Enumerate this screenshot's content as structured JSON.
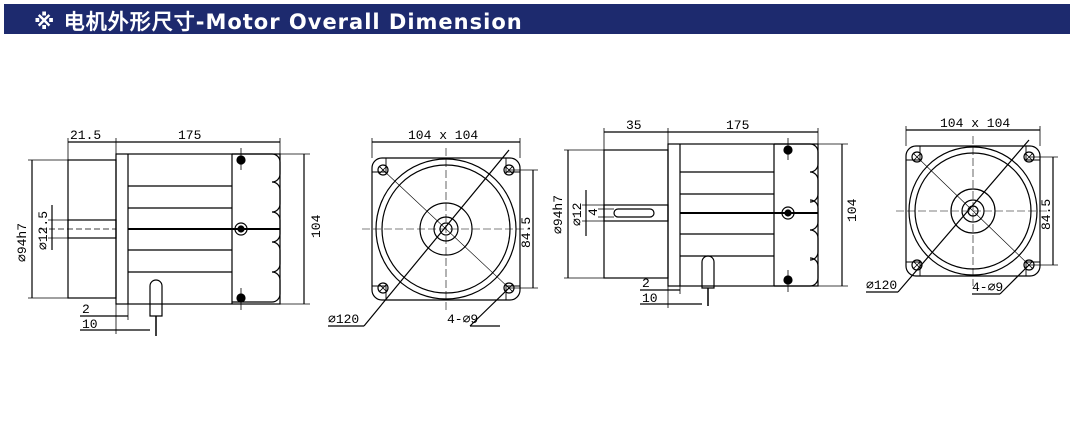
{
  "header": {
    "title": "※ 电机外形尺寸-Motor Overall Dimension",
    "bg_color": "#1d2a6e"
  },
  "drawings": {
    "view1": {
      "flange": "21.5",
      "body": "175",
      "dia_outer": "⌀94h7",
      "dia_shaft": "⌀12.5",
      "height": "104",
      "d2": "2",
      "d10": "10"
    },
    "view2": {
      "square": "104 x 104",
      "pcd": "84.5",
      "dia": "⌀120",
      "holes": "4-⌀9"
    },
    "view3": {
      "shaft": "35",
      "body": "175",
      "dia_outer": "⌀94h7",
      "dia_shaft": "⌀12",
      "key": "4",
      "height": "104",
      "d2": "2",
      "d10": "10"
    },
    "view4": {
      "square": "104 x 104",
      "pcd": "84.5",
      "dia": "⌀120",
      "holes": "4-⌀9"
    }
  }
}
